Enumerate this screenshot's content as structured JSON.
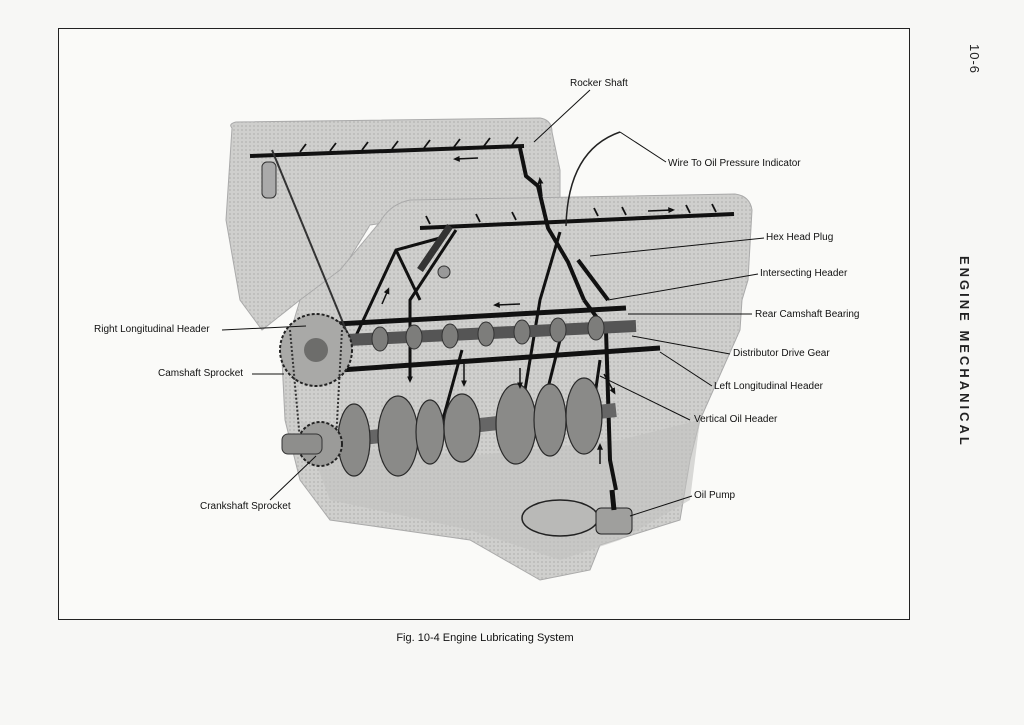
{
  "page": {
    "number": "10-6",
    "section": "ENGINE MECHANICAL"
  },
  "figure": {
    "caption": "Fig. 10-4  Engine Lubricating System",
    "callouts": {
      "rocker_shaft": "Rocker Shaft",
      "wire_to_oil_pressure_indicator": "Wire To Oil Pressure Indicator",
      "hex_head_plug": "Hex Head Plug",
      "intersecting_header": "Intersecting Header",
      "rear_camshaft_bearing": "Rear Camshaft Bearing",
      "right_longitudinal_header": "Right Longitudinal Header",
      "distributor_drive_gear": "Distributor Drive Gear",
      "camshaft_sprocket": "Camshaft Sprocket",
      "left_longitudinal_header": "Left Longitudinal Header",
      "vertical_oil_header": "Vertical Oil Header",
      "oil_pump": "Oil Pump",
      "crankshaft_sprocket": "Crankshaft Sprocket"
    }
  }
}
